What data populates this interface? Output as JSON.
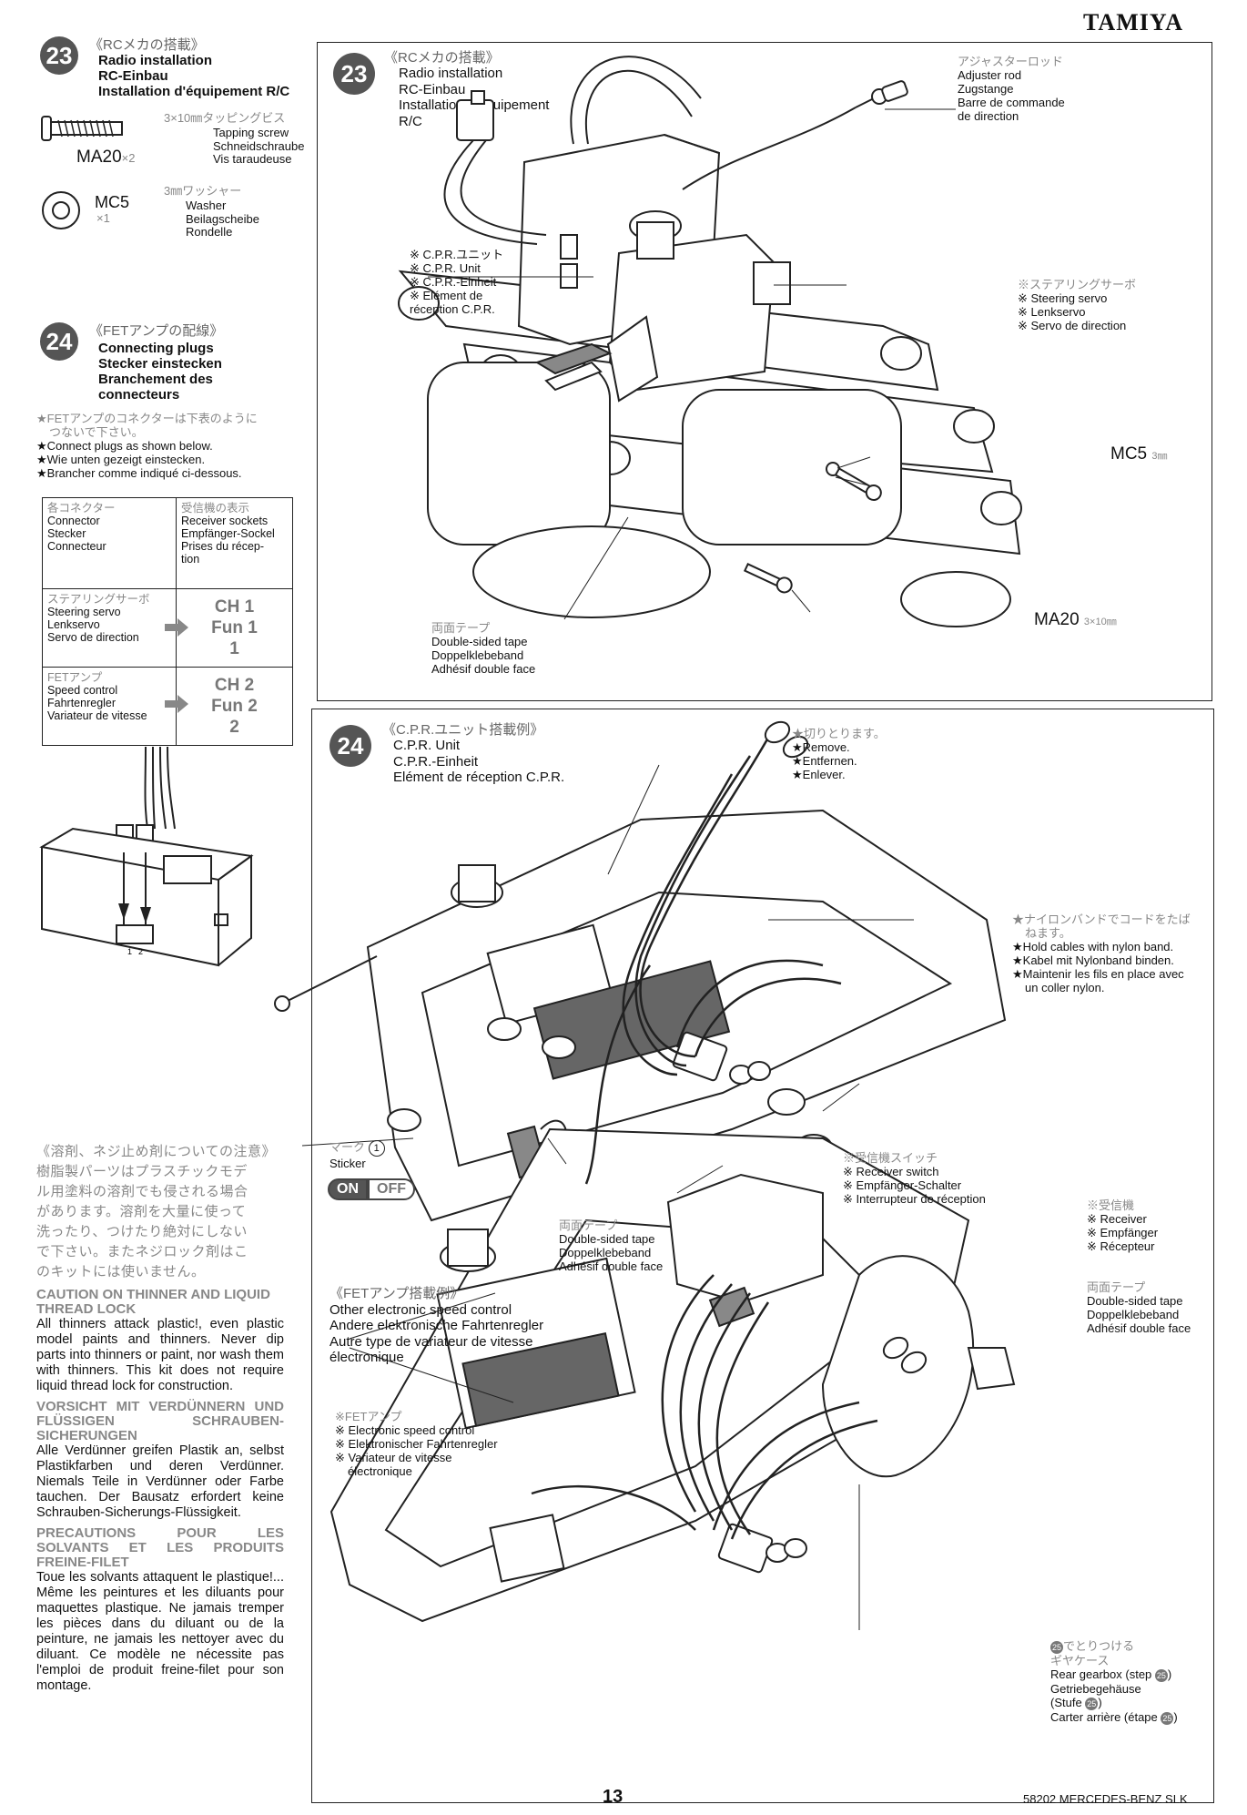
{
  "header": {
    "brand": "TAMIYA"
  },
  "sidebar": {
    "step23": {
      "number": "23",
      "title_jp": "《RCメカの搭載》",
      "title_en": "Radio installation",
      "title_de": "RC-Einbau",
      "title_fr": "Installation d'équipement R/C",
      "screw": {
        "code": "MA20",
        "qty": "×2",
        "size_jp": "3×10㎜タッピングビス",
        "name_en": "Tapping screw",
        "name_de": "Schneidschraube",
        "name_fr": "Vis taraudeuse"
      },
      "washer": {
        "code": "MC5",
        "qty": "×1",
        "size_jp": "3㎜ワッシャー",
        "name_en": "Washer",
        "name_de": "Beilagscheibe",
        "name_fr": "Rondelle"
      }
    },
    "step24": {
      "number": "24",
      "title_jp": "《FETアンプの配線》",
      "title_en": "Connecting plugs",
      "title_de": "Stecker einstecken",
      "title_fr1": "Branchement des",
      "title_fr2": "connecteurs",
      "note_jp1": "★FETアンプのコネクターは下表のように",
      "note_jp2": "つないで下さい。",
      "note_en": "★Connect plugs as shown below.",
      "note_de": "★Wie unten gezeigt einstecken.",
      "note_fr": "★Brancher comme indiqué ci-dessous.",
      "table": {
        "head_left": [
          "各コネクター",
          "Connector",
          "Stecker",
          "Connecteur"
        ],
        "head_right": [
          "受信機の表示",
          "Receiver sockets",
          "Empfänger-Sockel",
          "Prises du récep-",
          "tion"
        ],
        "row1_left": [
          "ステアリングサーボ",
          "Steering servo",
          "Lenkservo",
          "Servo de direction"
        ],
        "row1_right": [
          "CH 1",
          "Fun 1",
          "1"
        ],
        "row2_left": [
          "FETアンプ",
          "Speed control",
          "Fahrtenregler",
          "Variateur de vitesse"
        ],
        "row2_right": [
          "CH 2",
          "Fun 2",
          "2"
        ]
      },
      "socket_labels": [
        "1",
        "2"
      ]
    },
    "caution": {
      "jp": [
        "《溶剤、ネジ止め剤についての注意》",
        "樹脂製パーツはプラスチックモデ",
        "ル用塗料の溶剤でも侵される場合",
        "があります。溶剤を大量に使って",
        "洗ったり、つけたり絶対にしない",
        "で下さい。またネジロック剤はこ",
        "のキットには使いません。"
      ],
      "en_title1": "CAUTION ON THINNER AND LIQUID",
      "en_title2": "THREAD LOCK",
      "en_body": "All thinners attack plastic!, even plastic model paints and thinners. Never dip parts into thinners or paint, nor wash them with thinners. This kit does not require liquid thread lock for construction.",
      "de_title": "VORSICHT MIT VERDÜNNERN UND FLÜSSIGEN SCHRAUBEN-SICHERUNGEN",
      "de_body": "Alle Verdünner greifen Plastik an, selbst Plastikfarben und deren Verdünner. Niemals Teile in Verdünner oder Farbe tauchen. Der Bausatz erfordert keine Schrauben-Sicherungs-Flüssigkeit.",
      "fr_title": "PRECAUTIONS POUR LES SOLVANTS ET LES PRODUITS FREINE-FILET",
      "fr_body": "Toue les solvants attaquent le plastique!... Même les peintures et les diluants pour maquettes plastique. Ne jamais tremper les pièces dans du diluant ou de la peinture, ne jamais les nettoyer avec du diluant. Ce modèle ne nécessite pas l'emploi de produit freine-filet pour son montage."
    }
  },
  "panel23": {
    "number": "23",
    "title_jp": "《RCメカの搭載》",
    "title_en": "Radio installation",
    "title_de": "RC-Einbau",
    "title_fr1": "Installation d'équipement",
    "title_fr2": "R/C",
    "adjuster": [
      "アジャスターロッド",
      "Adjuster rod",
      "Zugstange",
      "Barre de commande",
      "de direction"
    ],
    "cpr": [
      "※ C.P.R.ユニット",
      "※ C.P.R. Unit",
      "※ C.P.R.-Einheit",
      "※ Elément de",
      "réception C.P.R."
    ],
    "servo": [
      "※ステアリングサーボ",
      "※ Steering servo",
      "※ Lenkservo",
      "※ Servo de direction"
    ],
    "mc5_code": "MC5",
    "mc5_size": "3㎜",
    "ma20_code": "MA20",
    "ma20_size": "3×10㎜",
    "tape": [
      "両面テープ",
      "Double-sided tape",
      "Doppelklebeband",
      "Adhésif double face"
    ]
  },
  "panel24": {
    "number": "24",
    "title_jp": "《C.P.R.ユニット搭載例》",
    "title_en": "C.P.R. Unit",
    "title_de": "C.P.R.-Einheit",
    "title_fr": "Elément de réception C.P.R.",
    "remove": [
      "★切りとります。",
      "★Remove.",
      "★Entfernen.",
      "★Enlever."
    ],
    "nylon": [
      "★ナイロンバンドでコードをたば",
      "ねます。",
      "★Hold cables with nylon band.",
      "★Kabel mit Nylonband binden.",
      "★Maintenir les fils en place avec",
      "un coller nylon."
    ],
    "sticker": {
      "jp": "マーク",
      "num": "1",
      "en": "Sticker",
      "on": "ON",
      "off": "OFF"
    },
    "switch": [
      "※受信機スイッチ",
      "※ Receiver switch",
      "※ Empfänger-Schalter",
      "※ Interrupteur de réception"
    ],
    "tape1": [
      "両面テープ",
      "Double-sided tape",
      "Doppelklebeband",
      "Adhésif double face"
    ],
    "receiver": [
      "※受信機",
      "※ Receiver",
      "※ Empfänger",
      "※ Récepteur"
    ],
    "tape2": [
      "両面テープ",
      "Double-sided tape",
      "Doppelklebeband",
      "Adhésif double face"
    ],
    "fet_title": [
      "《FETアンプ搭載例》",
      "Other electronic speed control",
      "Andere elektronische Fahrtenregler",
      "Autre type de variateur de vitesse",
      "électronique"
    ],
    "fet": [
      "※FETアンプ",
      "※ Electronic speed control",
      "※ Elektronischer Fahrtenregler",
      "※ Variateur de vitesse",
      "électronique"
    ],
    "gearbox": [
      "でとりつける",
      "ギヤケース",
      "Rear gearbox (step",
      "Getriebegehäuse",
      "(Stufe",
      "Carter arrière (étape"
    ],
    "step_ref": "25"
  },
  "footer": {
    "page": "13",
    "model": "58202 MERCEDES-BENZ SLK"
  }
}
